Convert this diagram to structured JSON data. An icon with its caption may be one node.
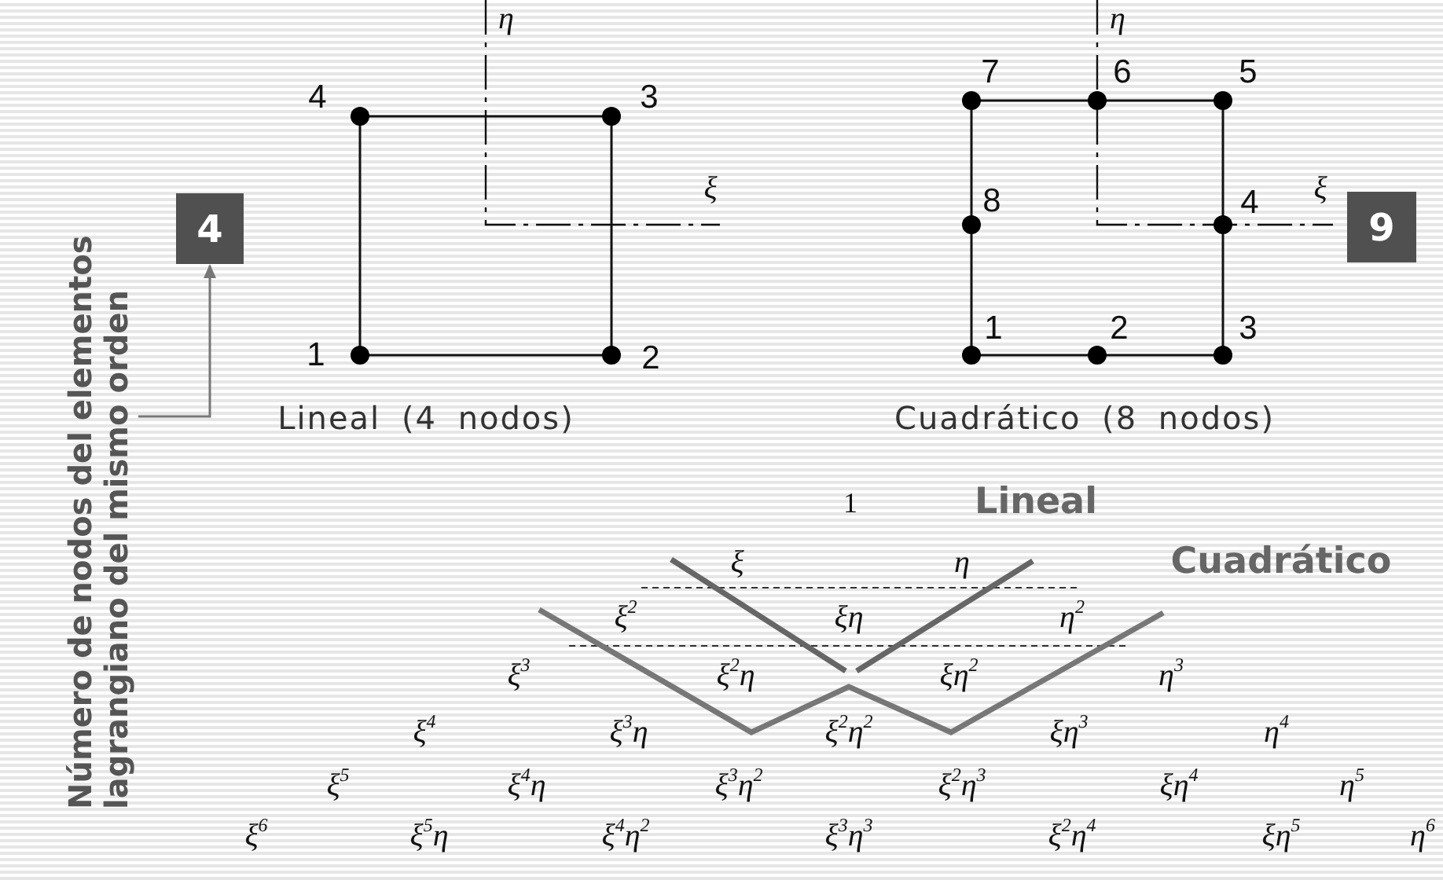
{
  "diagram": {
    "nodes": [
      {
        "text": [
          "Número de nodos del elementos lagrangiano del mismo orden"
        ]
      },
      {
        "text": [
          "4"
        ]
      },
      {
        "text": [
          "9"
        ]
      }
    ],
    "edges": [
      {
        "from": 0,
        "to": 1,
        "arrow": "to"
      }
    ],
    "labels": [
      "η",
      "4",
      "3",
      "ξ",
      "1",
      "2",
      "Lineal (4 nodos)",
      "η",
      "7",
      "6",
      "5",
      "8",
      "4",
      "ξ",
      "1",
      "2",
      "3",
      "Cuadrático (8 nodos)",
      "1",
      "Lineal",
      "ξ",
      "η",
      "Cuadrático",
      "ξ$^{2}$",
      "ξη",
      "η$^{2}$",
      "ξ$^{3}$",
      "ξ$^{2}$η",
      "ξη$^{2}$",
      "η$^{3}$",
      "ξ$^{4}$",
      "ξ$^{3}$η",
      "ξ$^{2}$η$^{2}$",
      "ξη$^{3}$",
      "η$^{4}$",
      "ξ$^{5}$",
      "ξ$^{4}$η",
      "ξ$^{3}$η$^{2}$",
      "ξ$^{2}$η$^{3}$",
      "ξη$^{4}$",
      "η$^{5}$",
      "ξ$^{6}$",
      "ξ$^{5}$η",
      "ξ$^{4}$η$^{2}$",
      "ξ$^{3}$η$^{3}$",
      "ξ$^{2}$η$^{4}$",
      "ξη$^{5}$",
      "η$^{6}$"
    ]
  }
}
